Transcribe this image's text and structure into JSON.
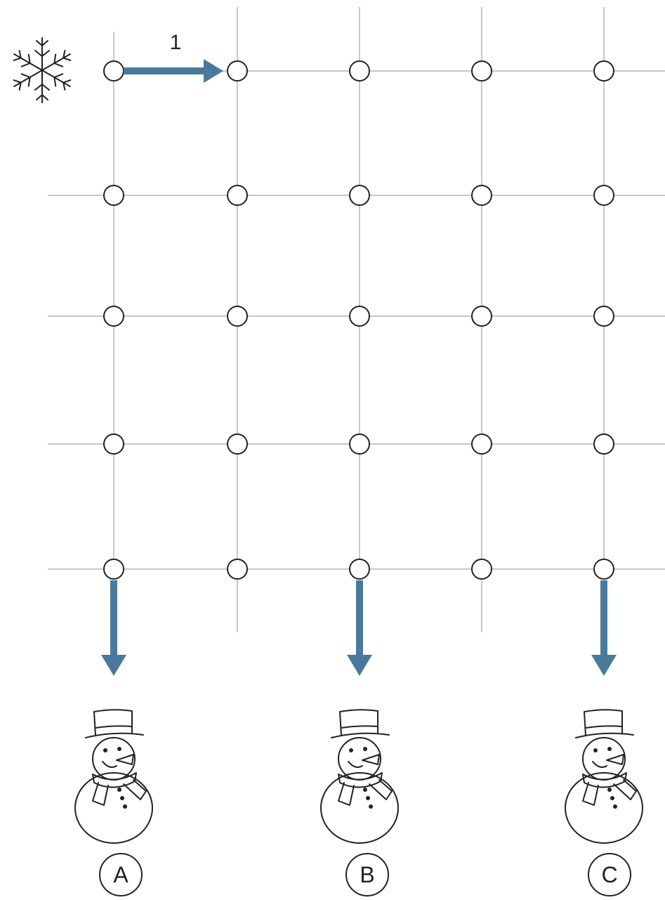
{
  "colors": {
    "arrow": "#4a7a9b",
    "grid": "#c8c8c8",
    "ink": "#222222"
  },
  "start_arrow": {
    "label": "1"
  },
  "start_icon": "snowflake-icon",
  "exits": [
    {
      "label": "A",
      "icon": "snowman-icon"
    },
    {
      "label": "B",
      "icon": "snowman-icon"
    },
    {
      "label": "C",
      "icon": "snowman-icon"
    }
  ]
}
